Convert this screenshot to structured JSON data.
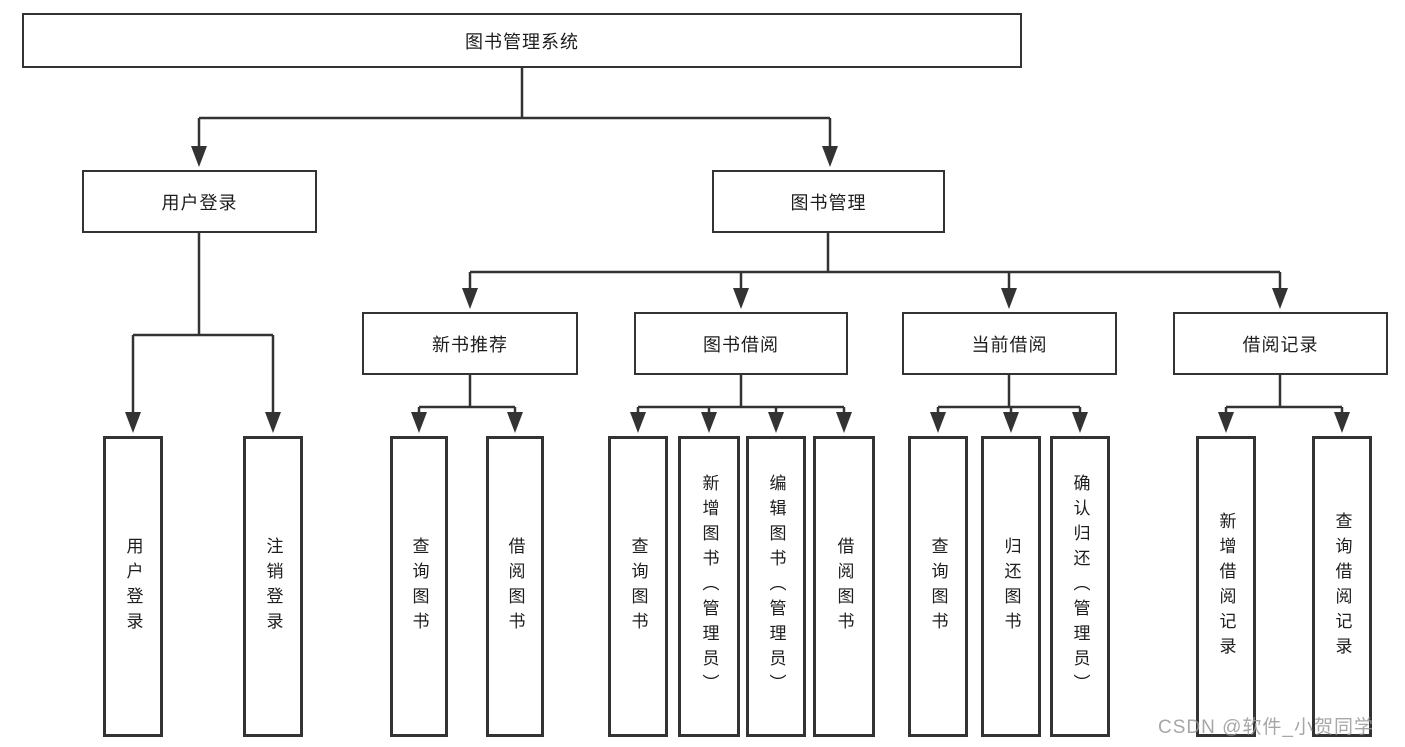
{
  "colors": {
    "line": "#333333",
    "box_border": "#333333",
    "text": "#1d1d1f",
    "watermark": "#989898",
    "background": "#ffffff"
  },
  "watermark": {
    "text": "CSDN @软件_小贺同学"
  },
  "tree": {
    "label": "图书管理系统",
    "children": [
      {
        "label": "用户登录",
        "children": [
          {
            "label": "用户登录"
          },
          {
            "label": "注销登录"
          }
        ]
      },
      {
        "label": "图书管理",
        "children": [
          {
            "label": "新书推荐",
            "children": [
              {
                "label": "查询图书"
              },
              {
                "label": "借阅图书"
              }
            ]
          },
          {
            "label": "图书借阅",
            "children": [
              {
                "label": "查询图书"
              },
              {
                "label": "新增图书（管理员）"
              },
              {
                "label": "编辑图书（管理员）"
              },
              {
                "label": "借阅图书"
              }
            ]
          },
          {
            "label": "当前借阅",
            "children": [
              {
                "label": "查询图书"
              },
              {
                "label": "归还图书"
              },
              {
                "label": "确认归还（管理员）"
              }
            ]
          },
          {
            "label": "借阅记录",
            "children": [
              {
                "label": "新增借阅记录"
              },
              {
                "label": "查询借阅记录"
              }
            ]
          }
        ]
      }
    ]
  }
}
